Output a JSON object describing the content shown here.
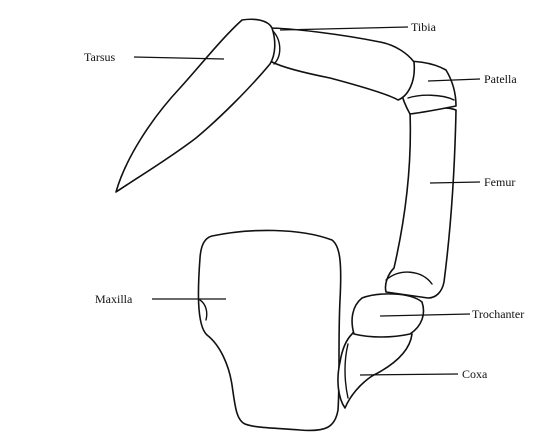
{
  "labels": {
    "tarsus": "Tarsus",
    "tibia": "Tibia",
    "patella": "Patella",
    "femur": "Femur",
    "maxilla": "Maxilla",
    "trochanter": "Trochanter",
    "coxa": "Coxa"
  },
  "colors": {
    "ink": "#111111",
    "background": "#ffffff"
  }
}
